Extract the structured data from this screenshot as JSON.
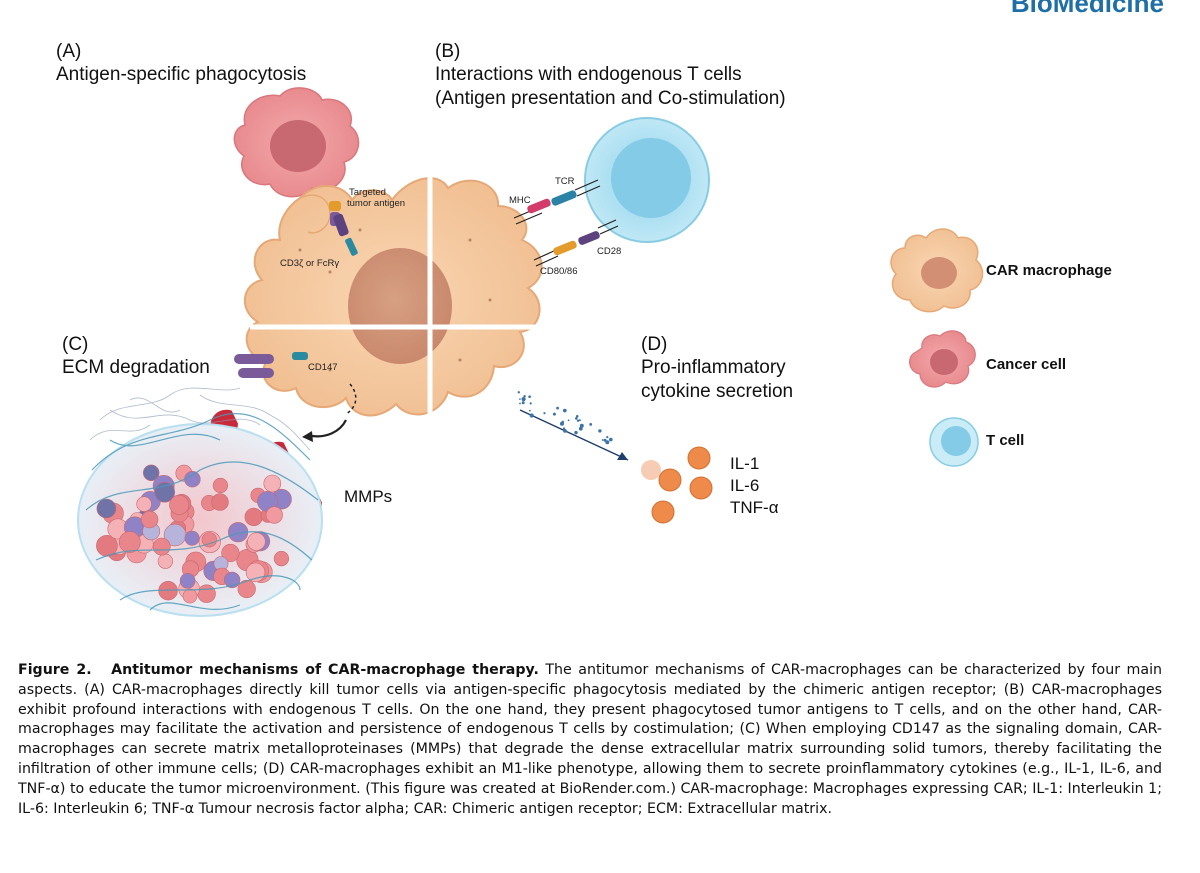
{
  "header": {
    "brand": "BioMedicine"
  },
  "panels": {
    "a": {
      "letter": "(A)",
      "title": "Antigen-specific phagocytosis"
    },
    "b": {
      "letter": "(B)",
      "title_line1": "Interactions with endogenous T cells",
      "title_line2": "(Antigen presentation and Co-stimulation)"
    },
    "c": {
      "letter": "(C)",
      "title": "ECM degradation"
    },
    "d": {
      "letter": "(D)",
      "title_line1": "Pro-inflammatory",
      "title_line2": "cytokine secretion"
    }
  },
  "labels": {
    "targeted_line1": "Targeted",
    "targeted_line2": "tumor antigen",
    "cd3": "CD3ζ or FcRγ",
    "mhc": "MHC",
    "tcr": "TCR",
    "cd28": "CD28",
    "cd80": "CD80/86",
    "cd147": "CD147",
    "mmps": "MMPs"
  },
  "cytokines": [
    "IL-1",
    "IL-6",
    "TNF-α"
  ],
  "legend": [
    {
      "label": "CAR macrophage",
      "icon": "macrophage-icon"
    },
    {
      "label": "Cancer cell",
      "icon": "cancer-cell-icon"
    },
    {
      "label": "T cell",
      "icon": "t-cell-icon"
    }
  ],
  "colors": {
    "macrophage": "#f6c9a0",
    "macrophage_nucleus": "#d79a80",
    "cancer": "#ec9a9e",
    "tcell": "#a9dff0",
    "mmp": "#c92a3b",
    "cytokine": "#ee8a4a"
  },
  "caption": {
    "label": "Figure 2.",
    "title": "Antitumor mechanisms of CAR-macrophage therapy.",
    "body": "The antitumor mechanisms of CAR-macrophages can be characterized by four main aspects. (A) CAR-macrophages directly kill tumor cells via antigen-specific phagocytosis mediated by the chimeric antigen receptor; (B) CAR-macrophages exhibit profound interactions with endogenous T cells. On the one hand, they present phagocytosed tumor antigens to T cells, and on the other hand, CAR-macrophages may facilitate the activation and persistence of endogenous T cells by costimulation; (C) When employing CD147 as the signaling domain, CAR-macrophages can secrete matrix metalloproteinases (MMPs) that degrade the dense extracellular matrix surrounding solid tumors, thereby facilitating the infiltration of other immune cells; (D) CAR-macrophages exhibit an M1-like phenotype, allowing them to secrete proinflammatory cytokines (e.g., IL-1, IL-6, and TNF-α) to educate the tumor microenvironment. (This figure was created at BioRender.com.) CAR-macrophage: Macrophages expressing CAR; IL-1: Interleukin 1; IL-6: Interleukin 6; TNF-α Tumour necrosis factor alpha; CAR: Chimeric antigen receptor; ECM: Extracellular matrix."
  }
}
